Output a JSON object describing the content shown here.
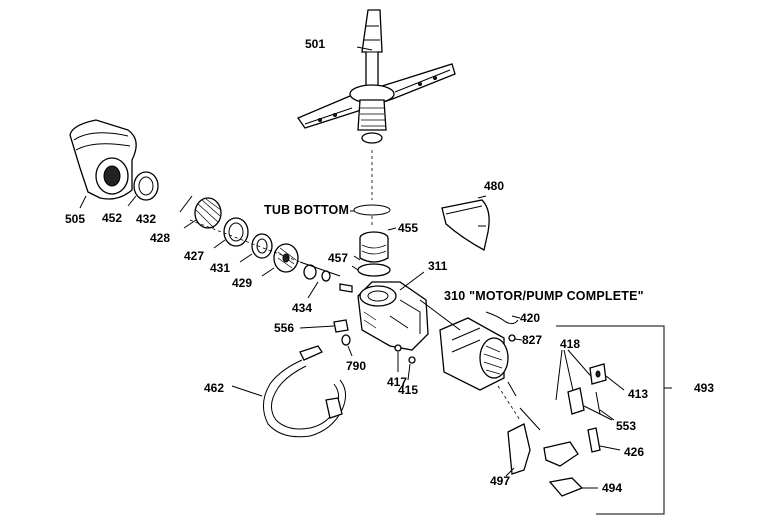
{
  "labels": {
    "p501": "501",
    "p505": "505",
    "p452": "452",
    "p432": "432",
    "p428": "428",
    "p427": "427",
    "p431": "431",
    "p429": "429",
    "tub_bottom": "TUB BOTTOM",
    "p455": "455",
    "p457": "457",
    "p311": "311",
    "p480": "480",
    "p434": "434",
    "motor_pump": "310 \"MOTOR/PUMP COMPLETE\"",
    "p420": "420",
    "p556": "556",
    "p827": "827",
    "p418": "418",
    "p790": "790",
    "p417": "417",
    "p415": "415",
    "p413": "413",
    "p493": "493",
    "p462": "462",
    "p553": "553",
    "p426": "426",
    "p497": "497",
    "p494": "494"
  }
}
